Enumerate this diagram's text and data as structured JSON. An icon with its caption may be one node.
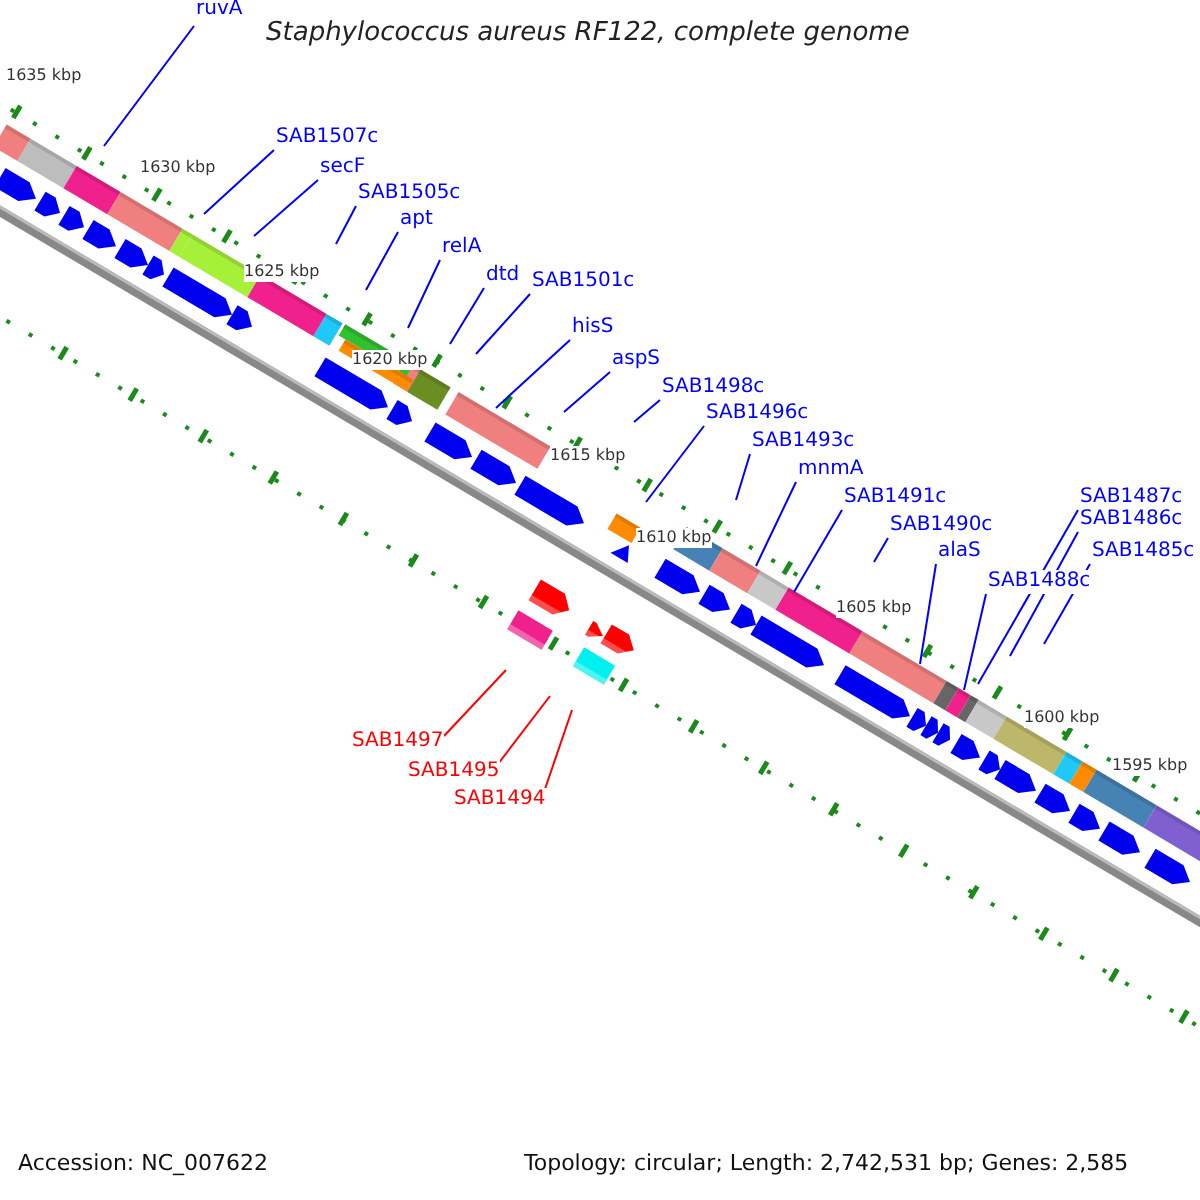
{
  "diagram": {
    "title": "Staphylococcus aureus RF122, complete genome",
    "nodes": [
      {
        "text": [
          "ruvA"
        ]
      },
      {
        "text": [
          "SAB1507c"
        ]
      },
      {
        "text": [
          "secF"
        ]
      },
      {
        "text": [
          "SAB1505c"
        ]
      },
      {
        "text": [
          "apt"
        ]
      },
      {
        "text": [
          "relA"
        ]
      },
      {
        "text": [
          "dtd"
        ]
      },
      {
        "text": [
          "SAB1501c"
        ]
      },
      {
        "text": [
          "hisS"
        ]
      },
      {
        "text": [
          "aspS"
        ]
      },
      {
        "text": [
          "SAB1498c"
        ]
      },
      {
        "text": [
          "SAB1496c"
        ]
      },
      {
        "text": [
          "SAB1493c"
        ]
      },
      {
        "text": [
          "mnmA"
        ]
      },
      {
        "text": [
          "SAB1491c"
        ]
      },
      {
        "text": [
          "SAB1490c"
        ]
      },
      {
        "text": [
          "alaS"
        ]
      },
      {
        "text": [
          "SAB1488c"
        ]
      },
      {
        "text": [
          "SAB1487c"
        ]
      },
      {
        "text": [
          "SAB1486c"
        ]
      },
      {
        "text": [
          "SAB1485c"
        ]
      },
      {
        "text": [
          "SAB1497"
        ]
      },
      {
        "text": [
          "SAB1495"
        ]
      },
      {
        "text": [
          "SAB1494"
        ]
      }
    ],
    "edges": [
      {
        "from": 0,
        "to": null,
        "arrow": "none"
      },
      {
        "from": 1,
        "to": null,
        "arrow": "none"
      },
      {
        "from": 2,
        "to": null,
        "arrow": "none"
      },
      {
        "from": 3,
        "to": null,
        "arrow": "none"
      },
      {
        "from": 4,
        "to": null,
        "arrow": "none"
      },
      {
        "from": 5,
        "to": null,
        "arrow": "none"
      },
      {
        "from": 6,
        "to": null,
        "arrow": "none"
      },
      {
        "from": 7,
        "to": null,
        "arrow": "none"
      },
      {
        "from": 8,
        "to": null,
        "arrow": "none"
      },
      {
        "from": 9,
        "to": null,
        "arrow": "none"
      },
      {
        "from": 10,
        "to": null,
        "arrow": "none"
      },
      {
        "from": 11,
        "to": null,
        "arrow": "none"
      },
      {
        "from": 12,
        "to": null,
        "arrow": "none"
      },
      {
        "from": 13,
        "to": null,
        "arrow": "none"
      },
      {
        "from": 14,
        "to": null,
        "arrow": "none"
      },
      {
        "from": 15,
        "to": null,
        "arrow": "none"
      },
      {
        "from": 16,
        "to": null,
        "arrow": "none"
      },
      {
        "from": 17,
        "to": null,
        "arrow": "none"
      },
      {
        "from": 18,
        "to": null,
        "arrow": "none"
      },
      {
        "from": 19,
        "to": null,
        "arrow": "none"
      },
      {
        "from": 20,
        "to": null,
        "arrow": "none"
      },
      {
        "from": 21,
        "to": null,
        "arrow": "none",
        "color": "#ff0000"
      },
      {
        "from": 22,
        "to": null,
        "arrow": "none",
        "color": "#ff0000"
      },
      {
        "from": 23,
        "to": null,
        "arrow": "none",
        "color": "#ff0000"
      }
    ],
    "labels": [
      "1635 kbp",
      "1630 kbp",
      "1625 kbp",
      "1620 kbp",
      "1615 kbp",
      "1610 kbp",
      "1605 kbp",
      "1600 kbp",
      "1595 kbp",
      "Accession: NC_007622",
      "Topology: circular; Length: 2,742,531 bp; Genes: 2,585"
    ]
  }
}
